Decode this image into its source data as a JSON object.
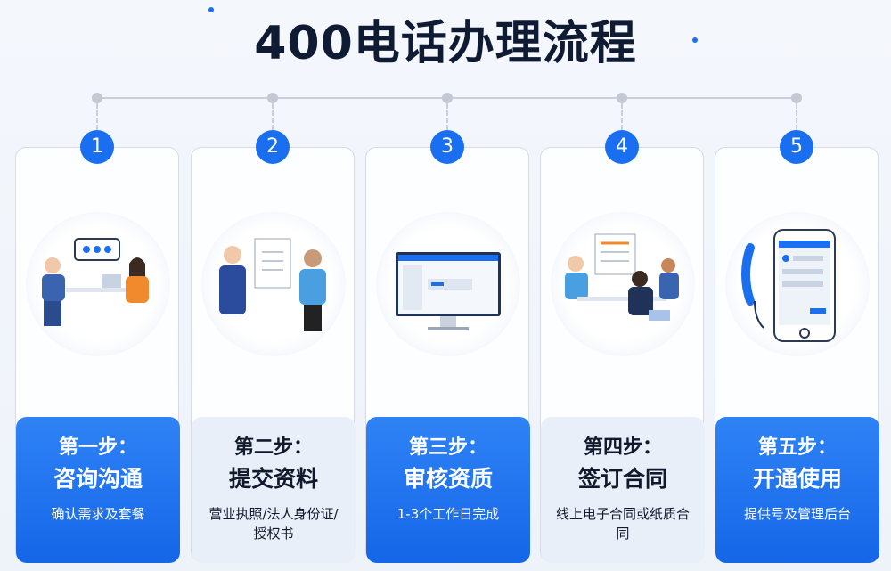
{
  "title": "400电话办理流程",
  "steps": [
    {
      "number": "1",
      "step": "第一步：",
      "name": "咨询沟通",
      "desc": "确认需求及套餐",
      "style": "blue",
      "icon": "consultation-illustration"
    },
    {
      "number": "2",
      "step": "第二步：",
      "name": "提交资料",
      "desc": "营业执照/法人身份证/授权书",
      "style": "light",
      "icon": "document-submit-illustration"
    },
    {
      "number": "3",
      "step": "第三步：",
      "name": "审核资质",
      "desc": "1-3个工作日完成",
      "style": "blue",
      "icon": "monitor-review-illustration"
    },
    {
      "number": "4",
      "step": "第四步：",
      "name": "签订合同",
      "desc": "线上电子合同或纸质合同",
      "style": "light",
      "icon": "contract-meeting-illustration"
    },
    {
      "number": "5",
      "step": "第五步：",
      "name": "开通使用",
      "desc": "提供号及管理后台",
      "style": "blue",
      "icon": "phone-activation-illustration"
    }
  ],
  "colors": {
    "accent": "#1a6ff0",
    "title": "#0f1a33"
  }
}
